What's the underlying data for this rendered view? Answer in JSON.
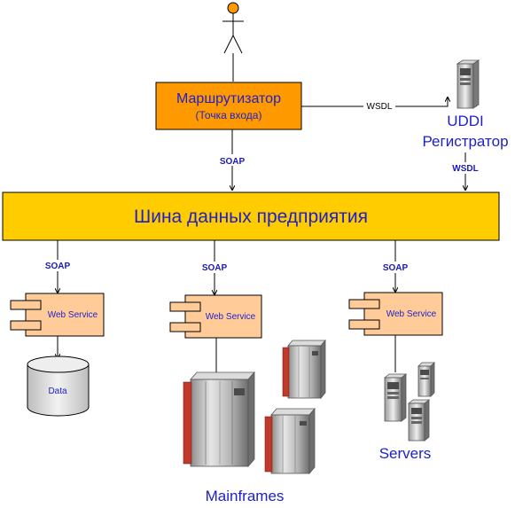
{
  "router": {
    "title": "Маршрутизатор",
    "subtitle": "(Точка входа)"
  },
  "uddi": {
    "line1": "UDDI",
    "line2": "Регистратор"
  },
  "bus": {
    "title": "Шина данных предприятия"
  },
  "connectors": {
    "wsdl_top": "WSDL",
    "soap_router": "SOAP",
    "wsdl_bus": "WSDL",
    "soap_left": "SOAP",
    "soap_mid": "SOAP",
    "soap_right": "SOAP"
  },
  "services": {
    "left": "Web Service",
    "mid": "Web Service",
    "right": "Web Service"
  },
  "data_store": {
    "label": "Data"
  },
  "mainframes": {
    "label": "Mainframes"
  },
  "servers": {
    "label": "Servers"
  },
  "colors": {
    "router_fill": "#ff9900",
    "bus_fill": "#ffcc00",
    "service_fill": "#ffcc99",
    "text_blue": "#2020c8"
  }
}
